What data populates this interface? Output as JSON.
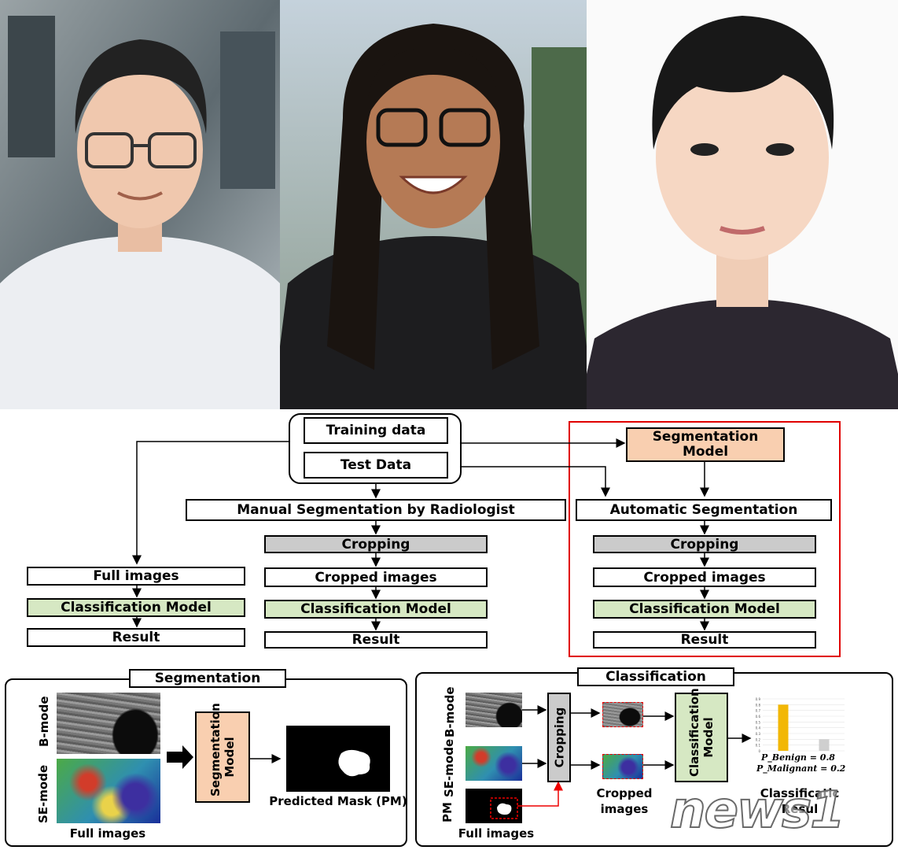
{
  "flow": {
    "training_data": "Training data",
    "test_data": "Test Data",
    "manual_seg": "Manual Segmentation by Radiologist",
    "seg_model": "Segmentation Model",
    "auto_seg": "Automatic Segmentation",
    "full_images": "Full images",
    "cropping": "Cropping",
    "cropped_images": "Cropped images",
    "classification_model": "Classification Model",
    "result": "Result"
  },
  "segmentation_panel": {
    "title": "Segmentation",
    "b_mode": "B-mode",
    "se_mode": "SE-mode",
    "full_images": "Full images",
    "model": "Segmentation Model",
    "predicted_mask": "Predicted Mask (PM)"
  },
  "classification_panel": {
    "title": "Classification",
    "b_mode": "B-mode",
    "se_mode": "SE-mode",
    "pm": "PM",
    "full_images": "Full images",
    "cropping": "Cropping",
    "cropped_images": "Cropped images",
    "model": "Classification Model",
    "p_benign": "P_Benign = 0.8",
    "p_malignant": "P_Malignant = 0.2",
    "result_label": "Classificatic Resul",
    "bar_chart": {
      "values": [
        0.8,
        0.2
      ],
      "ylim": [
        0,
        0.9
      ],
      "ticks": [
        "0.9",
        "0.8",
        "0.7",
        "0.6",
        "0.5",
        "0.4",
        "0.3",
        "0.2",
        "0.1",
        "0"
      ],
      "colors": [
        "#f2b705",
        "#cfcfcf"
      ]
    }
  },
  "watermark": "news1"
}
